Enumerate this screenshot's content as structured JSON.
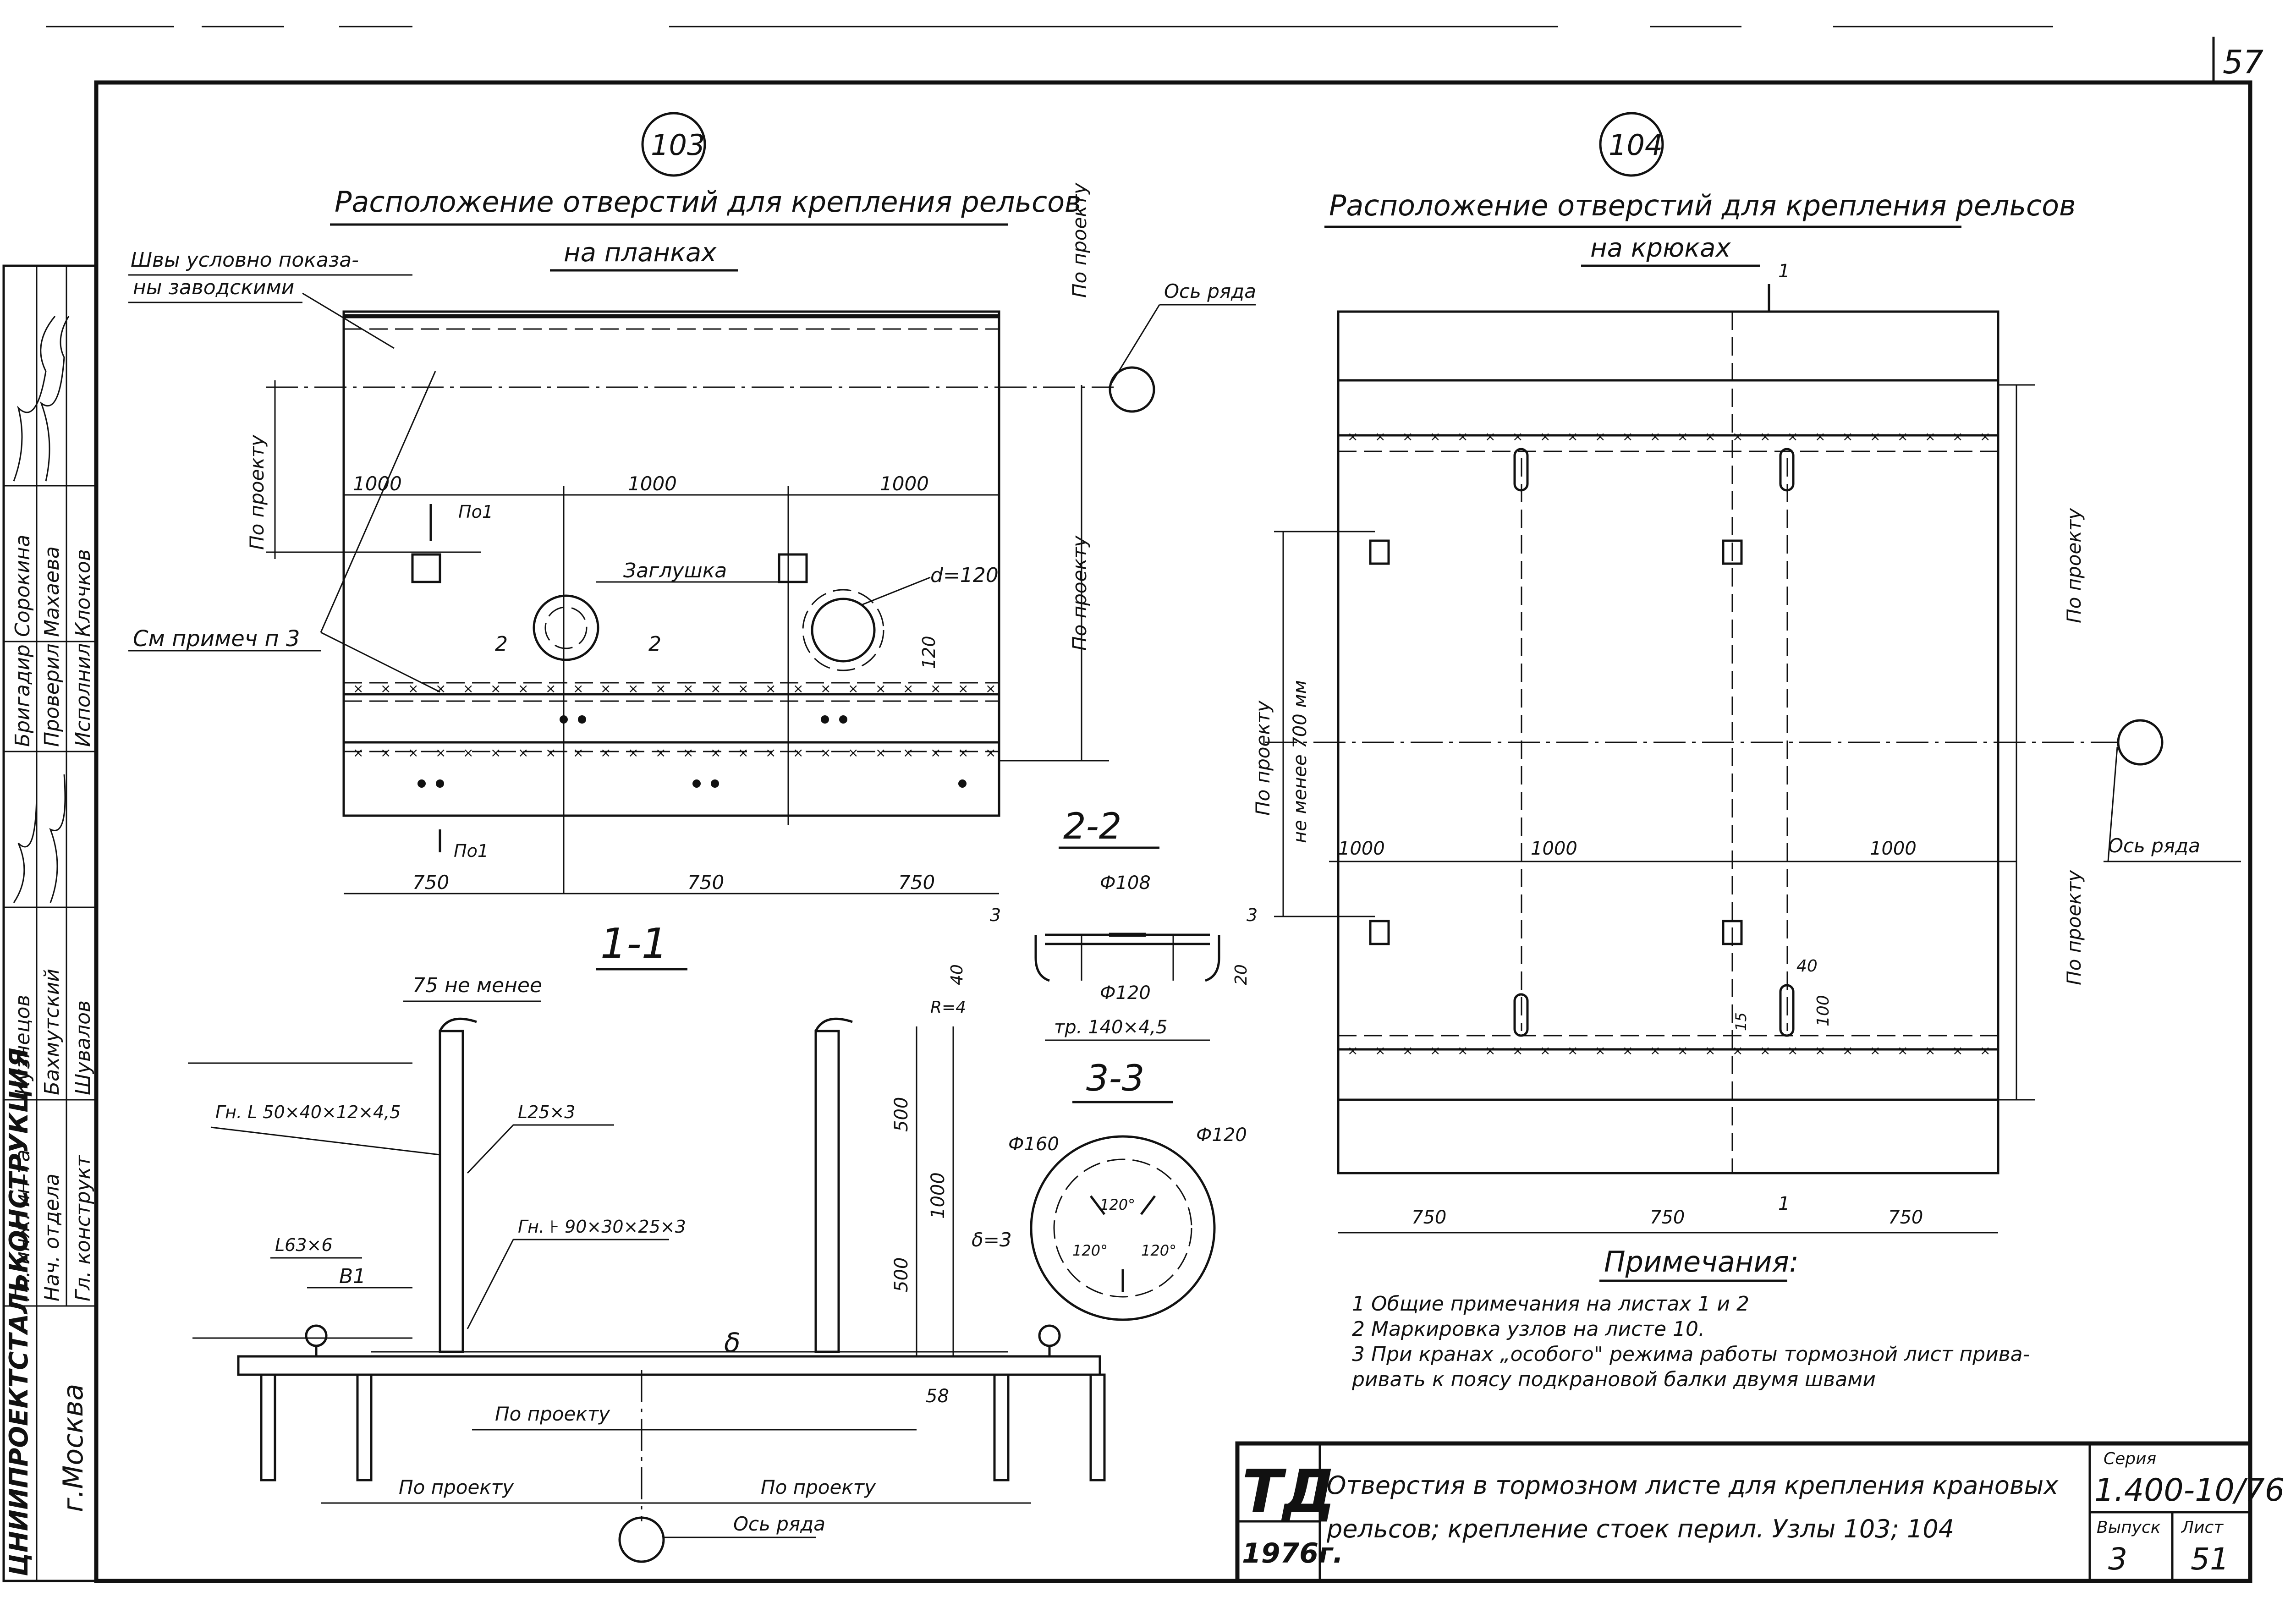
{
  "sheet": {
    "page_number": "57"
  },
  "node_103": {
    "number": "103",
    "title": "Расположение отверстий для крепления рельсов",
    "subtitle": "на планках",
    "weld_note": "Швы условно показа-",
    "weld_note2": "ны заводскими",
    "see_note": "См примеч п 3",
    "plug_label": "Заглушка",
    "diameter_label": "d=120",
    "axis_label": "Ось ряда",
    "per_project": "По проекту",
    "dims": [
      "1000",
      "1000",
      "1000"
    ],
    "dims_bottom": [
      "750",
      "750",
      "750"
    ],
    "dim_120": "120",
    "section_mark": "По1",
    "section_2": "2"
  },
  "section_1_1": {
    "title": "1-1",
    "min_label": "75 не менее",
    "angle1": "Гн. L 50×40×12×4,5",
    "angle2": "L25×3",
    "angle3": "L63×6",
    "angle4": "Гн. ⊦ 90×30×25×3",
    "b1": "В1",
    "dim_500a": "500",
    "dim_500b": "500",
    "dim_1000": "1000",
    "dim_58": "58",
    "delta": "δ",
    "per_project": "По проекту",
    "axis_label": "Ось ряда"
  },
  "section_2_2": {
    "title": "2-2",
    "d108": "Ф108",
    "d120": "Ф120",
    "pipe": "тр. 140×4,5",
    "r4": "R=4",
    "dim3": "3",
    "dim40": "40",
    "dim20": "20"
  },
  "section_3_3": {
    "title": "3-3",
    "d160": "Ф160",
    "d120": "Ф120",
    "delta3": "δ=3",
    "angle": "120°"
  },
  "node_104": {
    "number": "104",
    "title": "Расположение отверстий для крепления рельсов",
    "subtitle": "на крюках",
    "per_project": "По проекту",
    "min_700": "не менее 700 мм",
    "axis_label": "Ось ряда",
    "dims": [
      "1000",
      "1000",
      "1000"
    ],
    "dims_bottom": [
      "750",
      "750",
      "750"
    ],
    "dim_40": "40",
    "dim_100": "100",
    "dim_15": "15",
    "section_mark": "1"
  },
  "notes": {
    "heading": "Примечания:",
    "items": [
      "1  Общие примечания на листах 1 и 2",
      "2  Маркировка узлов на листе 10.",
      "3  При кранах „особого\" режима работы тормозной лист прива-",
      "    ривать к поясу подкрановой балки двумя швами"
    ]
  },
  "title_block": {
    "logo": "ТД",
    "year": "1976г.",
    "description_line1": "Отверстия в тормозном листе для крепления крановых",
    "description_line2": "рельсов; крепление стоек перил. Узлы 103; 104",
    "series_label": "Серия",
    "series": "1.400-10/76",
    "issue_label": "Выпуск",
    "issue": "3",
    "sheet_label": "Лист",
    "sheet": "51"
  },
  "side_stamp": {
    "org": "ЦНИИПРОЕКТСТАЛЬКОНСТРУКЦИЯ",
    "city": "г.Москва",
    "roles": [
      "Гл. инж. ин-та",
      "Нач. отдела",
      "Гл. конструкт",
      "Бригадир",
      "Проверил",
      "Исполнил"
    ],
    "names": [
      "Кузнецов",
      "Бахмутский",
      "Шувалов",
      "Сорокина",
      "Махаева",
      "Клочков"
    ]
  }
}
